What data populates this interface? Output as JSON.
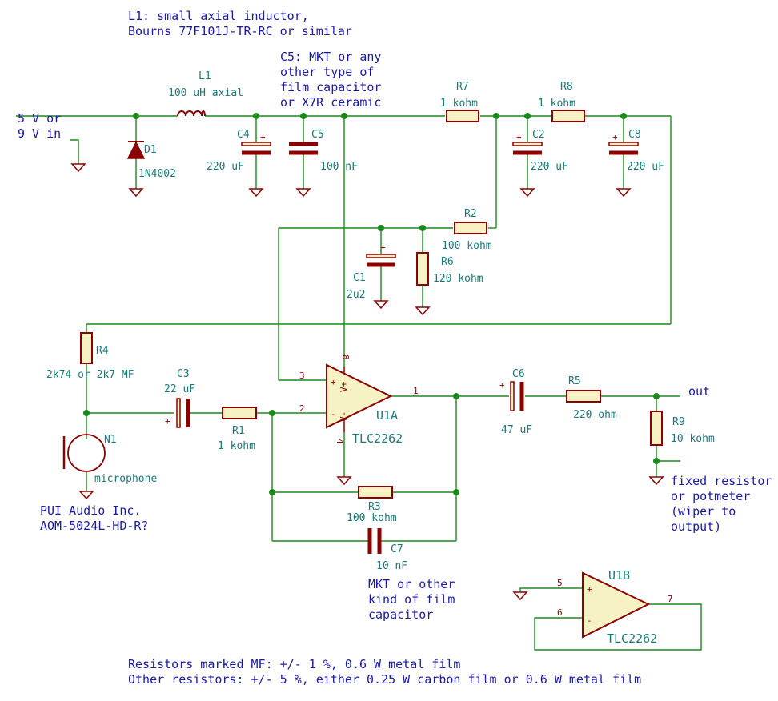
{
  "notes": {
    "l1_line1": "L1: small axial inductor,",
    "l1_line2": "Bourns 77F101J-TR-RC or similar",
    "c5_line1": "C5: MKT or any",
    "c5_line2": "other type of",
    "c5_line3": "film capacitor",
    "c5_line4": "or X7R ceramic",
    "input_line1": "5 V or",
    "input_line2": "9 V in",
    "out": "out",
    "pot_line1": "fixed resistor",
    "pot_line2": "or potmeter",
    "pot_line3": "(wiper to",
    "pot_line4": "output)",
    "mic_line1": "PUI Audio Inc.",
    "mic_line2": "AOM-5024L-HD-R?",
    "c7_line1": "MKT or other",
    "c7_line2": "kind of film",
    "c7_line3": "capacitor",
    "res_line1": "Resistors marked MF: +/- 1 %, 0.6 W metal film",
    "res_line2": "Other resistors: +/- 5 %, either 0.25 W carbon film or 0.6 W metal film"
  },
  "components": {
    "L1": {
      "ref": "L1",
      "value": "100 uH axial"
    },
    "D1": {
      "ref": "D1",
      "value": "1N4002"
    },
    "C4": {
      "ref": "C4",
      "value": "220 uF"
    },
    "C5": {
      "ref": "C5",
      "value": "100 nF"
    },
    "R7": {
      "ref": "R7",
      "value": "1 kohm"
    },
    "R8": {
      "ref": "R8",
      "value": "1 kohm"
    },
    "C2": {
      "ref": "C2",
      "value": "220 uF"
    },
    "C8": {
      "ref": "C8",
      "value": "220 uF"
    },
    "R2": {
      "ref": "R2",
      "value": "100 kohm"
    },
    "C1": {
      "ref": "C1",
      "value": "2u2"
    },
    "R6": {
      "ref": "R6",
      "value": "120 kohm"
    },
    "R4": {
      "ref": "R4",
      "value": "2k74 or 2k7 MF"
    },
    "C3": {
      "ref": "C3",
      "value": "22 uF"
    },
    "R1": {
      "ref": "R1",
      "value": "1 kohm"
    },
    "N1": {
      "ref": "N1",
      "value": "microphone"
    },
    "U1A": {
      "ref": "U1A",
      "value": "TLC2262"
    },
    "U1B": {
      "ref": "U1B",
      "value": "TLC2262"
    },
    "C6": {
      "ref": "C6",
      "value": "47 uF"
    },
    "R5": {
      "ref": "R5",
      "value": "220 ohm"
    },
    "R9": {
      "ref": "R9",
      "value": "10 kohm"
    },
    "R3": {
      "ref": "R3",
      "value": "100 kohm"
    },
    "C7": {
      "ref": "C7",
      "value": "10 nF"
    }
  },
  "pins": {
    "p1": "1",
    "p2": "2",
    "p3": "3",
    "p4": "4",
    "p5": "5",
    "p6": "6",
    "p7": "7",
    "p8": "8",
    "plus": "+",
    "minus": "-",
    "vplus": "V+",
    "vminus": "V-"
  }
}
